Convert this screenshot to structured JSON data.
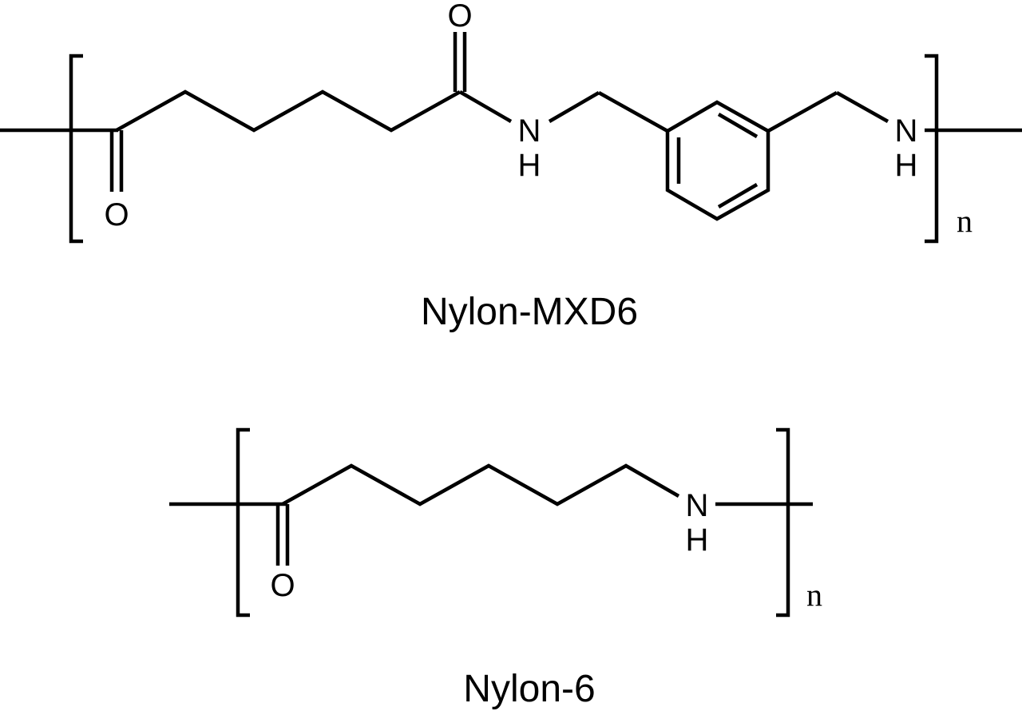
{
  "colors": {
    "ink": "#000000",
    "background": "#ffffff"
  },
  "structures": [
    {
      "caption": "Nylon-MXD6",
      "repeat_label": "n",
      "atoms": {
        "carbonyl_o_left": "O",
        "carbonyl_o_top": "O",
        "amide_n_1": "N",
        "amide_h_1": "H",
        "amide_n_2": "N",
        "amide_h_2": "H"
      }
    },
    {
      "caption": "Nylon-6",
      "repeat_label": "n",
      "atoms": {
        "carbonyl_o": "O",
        "amide_n": "N",
        "amide_h": "H"
      }
    }
  ]
}
